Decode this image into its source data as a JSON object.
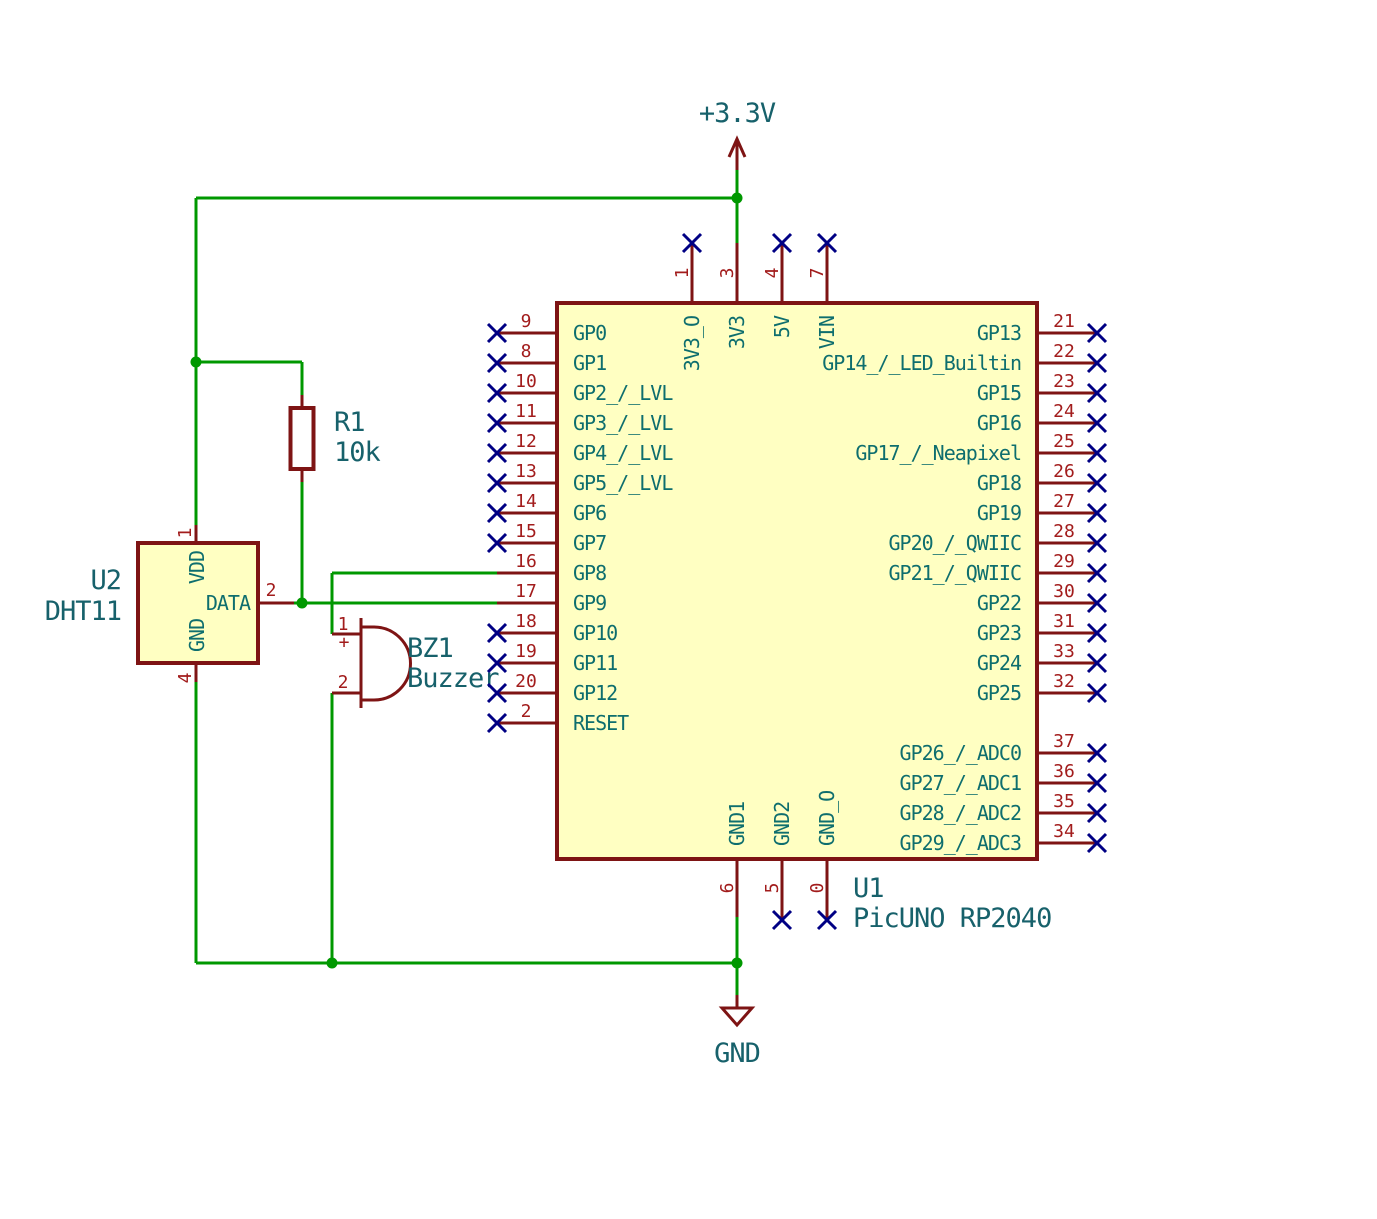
{
  "colors": {
    "background": "#FFFFFF",
    "wire_green": "#009800",
    "component_outline_red": "#7E1414",
    "pin_number_red": "#A21C1C",
    "pin_name_teal": "#0E6E6E",
    "reference_teal": "#17616B",
    "no_connect_blue": "#000084",
    "component_fill_yellow": "#FFFFC2"
  },
  "power": {
    "vcc_label": "+3.3V",
    "gnd_label": "GND"
  },
  "ic": {
    "reference": "U1",
    "value": "PicUNO RP2040",
    "left_pins": [
      {
        "num": "9",
        "name": "GP0",
        "nc": true
      },
      {
        "num": "8",
        "name": "GP1",
        "nc": true
      },
      {
        "num": "10",
        "name": "GP2_/_LVL",
        "nc": true
      },
      {
        "num": "11",
        "name": "GP3_/_LVL",
        "nc": true
      },
      {
        "num": "12",
        "name": "GP4_/_LVL",
        "nc": true
      },
      {
        "num": "13",
        "name": "GP5_/_LVL",
        "nc": true
      },
      {
        "num": "14",
        "name": "GP6",
        "nc": true
      },
      {
        "num": "15",
        "name": "GP7",
        "nc": true
      },
      {
        "num": "16",
        "name": "GP8",
        "nc": false
      },
      {
        "num": "17",
        "name": "GP9",
        "nc": false
      },
      {
        "num": "18",
        "name": "GP10",
        "nc": true
      },
      {
        "num": "19",
        "name": "GP11",
        "nc": true
      },
      {
        "num": "20",
        "name": "GP12",
        "nc": true
      },
      {
        "num": "2",
        "name": "RESET",
        "nc": true
      }
    ],
    "right_pins_top": [
      {
        "num": "21",
        "name": "GP13",
        "nc": true
      },
      {
        "num": "22",
        "name": "GP14_/_LED_Builtin",
        "nc": true
      },
      {
        "num": "23",
        "name": "GP15",
        "nc": true
      },
      {
        "num": "24",
        "name": "GP16",
        "nc": true
      },
      {
        "num": "25",
        "name": "GP17_/_Neapixel",
        "nc": true
      },
      {
        "num": "26",
        "name": "GP18",
        "nc": true
      },
      {
        "num": "27",
        "name": "GP19",
        "nc": true
      },
      {
        "num": "28",
        "name": "GP20_/_QWIIC",
        "nc": true
      },
      {
        "num": "29",
        "name": "GP21_/_QWIIC",
        "nc": true
      },
      {
        "num": "30",
        "name": "GP22",
        "nc": true
      },
      {
        "num": "31",
        "name": "GP23",
        "nc": true
      },
      {
        "num": "33",
        "name": "GP24",
        "nc": true
      },
      {
        "num": "32",
        "name": "GP25",
        "nc": true
      }
    ],
    "right_pins_bottom": [
      {
        "num": "37",
        "name": "GP26_/_ADC0",
        "nc": true
      },
      {
        "num": "36",
        "name": "GP27_/_ADC1",
        "nc": true
      },
      {
        "num": "35",
        "name": "GP28_/_ADC2",
        "nc": true
      },
      {
        "num": "34",
        "name": "GP29_/_ADC3",
        "nc": true
      }
    ],
    "top_pins": [
      {
        "num": "1",
        "name": "3V3_O",
        "nc": true
      },
      {
        "num": "3",
        "name": "3V3",
        "nc": false
      },
      {
        "num": "4",
        "name": "5V",
        "nc": true
      },
      {
        "num": "7",
        "name": "VIN",
        "nc": true
      }
    ],
    "bottom_pins": [
      {
        "num": "6",
        "name": "GND1",
        "nc": false
      },
      {
        "num": "5",
        "name": "GND2",
        "nc": true
      },
      {
        "num": "0",
        "name": "GND_O",
        "nc": true
      }
    ]
  },
  "sensor": {
    "reference": "U2",
    "value": "DHT11",
    "pins": [
      {
        "num": "1",
        "name": "VDD"
      },
      {
        "num": "2",
        "name": "DATA"
      },
      {
        "num": "4",
        "name": "GND"
      }
    ]
  },
  "resistor": {
    "reference": "R1",
    "value": "10k"
  },
  "buzzer": {
    "reference": "BZ1",
    "value": "Buzzer",
    "pins": [
      {
        "num": "1",
        "polarity": "+"
      },
      {
        "num": "2",
        "polarity": ""
      }
    ]
  }
}
